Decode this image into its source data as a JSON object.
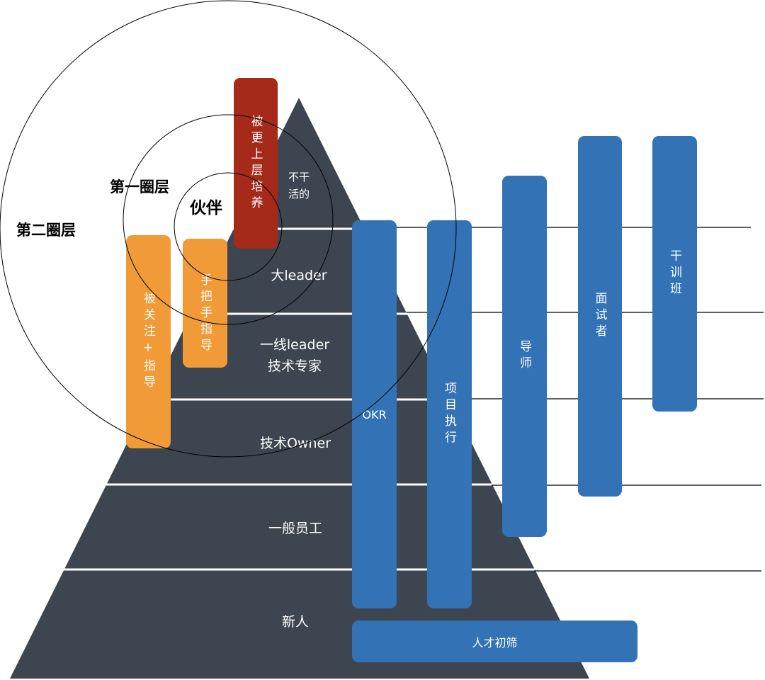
{
  "colors": {
    "pyramid": "#3C4550",
    "red": "#A52A1A",
    "orange": "#F09A38",
    "blue": "#3272B5"
  },
  "circles": {
    "outer": "第二圈层",
    "middle": "第一圈层",
    "inner": "伙伴"
  },
  "levels": {
    "top": [
      "不干",
      "活的"
    ],
    "l2": "大leader",
    "l3": [
      "一线leader",
      "技术专家"
    ],
    "l4": "技术Owner",
    "l5": "一般员工",
    "l6": "新人"
  },
  "boxes": {
    "red": "被更上层培养",
    "orange_outer": "被关注+指导",
    "orange_inner": "手把手指导",
    "okr": "OKR",
    "project": "项目执行",
    "mentor": "导师",
    "interviewer": "面试者",
    "training": "干训班",
    "screening": "人才初筛"
  }
}
